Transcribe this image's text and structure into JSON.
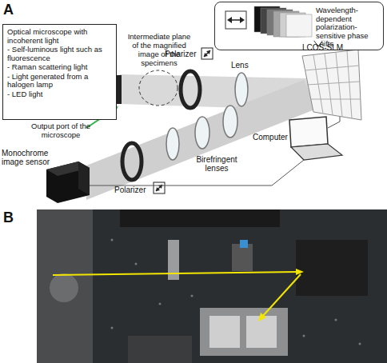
{
  "diagram": {
    "nodes": [
      {
        "text": [
          "Optical microscope with incoherent light",
          "- Self-luminous light such as fluorescence",
          "- Raman scattering light",
          "- Light generated from a halogen lamp",
          "- LED light"
        ]
      },
      {
        "text": [
          "Wavelength-dependent polarization-sensitive phase shifts"
        ]
      }
    ],
    "labels": [
      "A",
      "Output port of the microscope",
      "Intermediate plane of the magnified image of the specimens",
      "Polarizer",
      "Lens",
      "LCOS-SLM",
      "Computer",
      "Birefringent lenses",
      "Monochrome image sensor",
      "Polarizer",
      "B"
    ]
  }
}
